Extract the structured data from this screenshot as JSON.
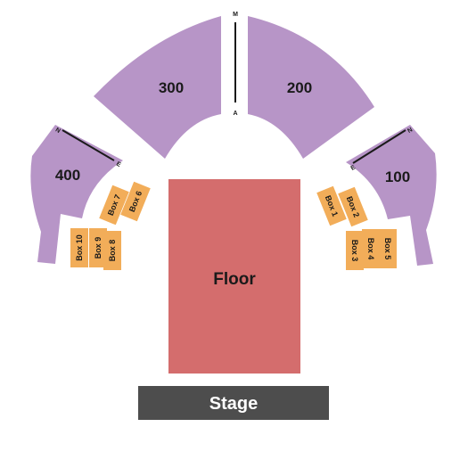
{
  "sections": {
    "s300": {
      "label": "300",
      "color": "#b795c7"
    },
    "s200": {
      "label": "200",
      "color": "#b795c7"
    },
    "s400": {
      "label": "400",
      "color": "#b795c7"
    },
    "s100": {
      "label": "100",
      "color": "#b795c7"
    }
  },
  "floor": {
    "label": "Floor",
    "color": "#d46d6d"
  },
  "stage": {
    "label": "Stage",
    "color": "#4d4d4d"
  },
  "aisle_markers": {
    "top": "M",
    "bottom": "A",
    "left_n": "N",
    "left_e": "E",
    "right_n": "N",
    "right_e": "E"
  },
  "boxes": {
    "box1": "Box 1",
    "box2": "Box 2",
    "box3": "Box 3",
    "box4": "Box 4",
    "box5": "Box 5",
    "box6": "Box 6",
    "box7": "Box 7",
    "box8": "Box 8",
    "box9": "Box 9",
    "box10": "Box 10"
  },
  "box_color": "#f2ad59"
}
